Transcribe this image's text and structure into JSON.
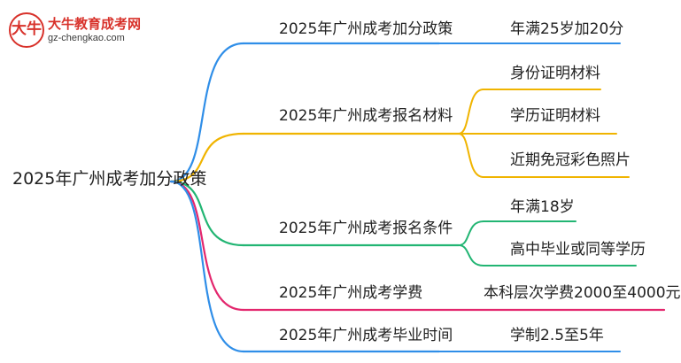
{
  "logo": {
    "mark": "大牛",
    "title": "大牛教育成考网",
    "url": "gz-chengkao.com",
    "brand_color": "#d8322b"
  },
  "root": {
    "label": "2025年广州成考加分政策"
  },
  "branches": [
    {
      "label": "2025年广州成考加分政策",
      "color": "#2f8ee8",
      "leaves": [
        "年满25岁加20分"
      ]
    },
    {
      "label": "2025年广州成考报名材料",
      "color": "#f0b400",
      "leaves": [
        "身份证明材料",
        "学历证明材料",
        "近期免冠彩色照片"
      ]
    },
    {
      "label": "2025年广州成考报名条件",
      "color": "#22b573",
      "leaves": [
        "年满18岁",
        "高中毕业或同等学历"
      ]
    },
    {
      "label": "2025年广州成考学费",
      "color": "#e3266d",
      "leaves": [
        "本科层次学费2000至4000元"
      ]
    },
    {
      "label": "2025年广州成考毕业时间",
      "color": "#2f8ee8",
      "leaves": [
        "学制2.5至5年"
      ]
    }
  ]
}
